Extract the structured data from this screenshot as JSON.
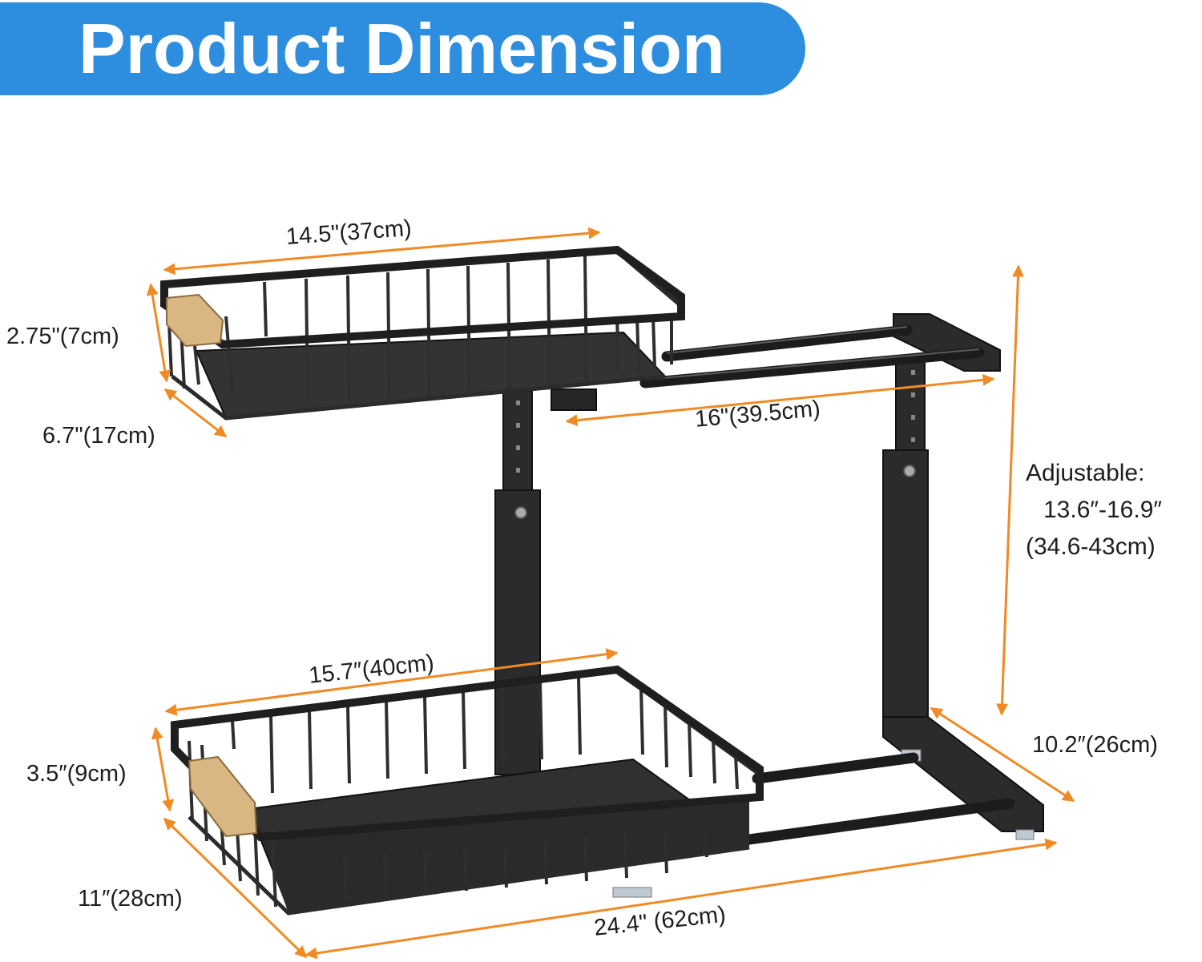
{
  "banner": {
    "title": "Product Dimension"
  },
  "colors": {
    "banner_bg": "#2d8ee0",
    "banner_text": "#ffffff",
    "arrow": "#f08a24",
    "frame": "#2a2a2a",
    "handle": "#d9b783"
  },
  "dimensions": {
    "top_basket_width": "14.5\"(37cm)",
    "top_basket_height": "2.75\"(7cm)",
    "top_basket_depth": "6.7\"(17cm)",
    "top_rail_length": "16\"(39.5cm)",
    "bottom_basket_width": "15.7″(40cm)",
    "bottom_basket_height": "3.5″(9cm)",
    "bottom_basket_depth": "11″(28cm)",
    "total_width": "24.4\" (62cm)",
    "frame_depth": "10.2″(26cm)",
    "height_label": "Adjustable:",
    "height_imperial": "13.6″-16.9″",
    "height_metric": "(34.6-43cm)"
  }
}
